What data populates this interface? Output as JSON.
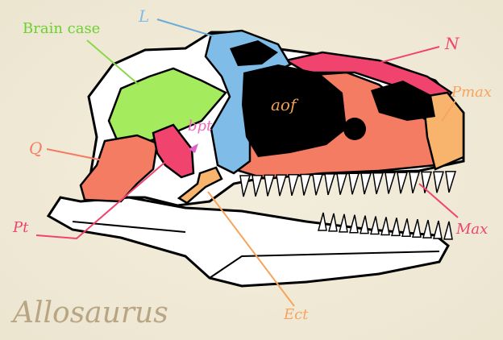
{
  "title": "Allosaurus",
  "labels": {
    "lacrimal": "L",
    "brain_case": "Brain case",
    "nasal": "N",
    "premaxilla": "Pmax",
    "antorbital_fenestra": "aof",
    "basipterygoid": "bpt",
    "quadrate": "Q",
    "pterygoid": "Pt",
    "maxilla": "Max",
    "ectopterygoid": "Ect"
  },
  "colors": {
    "lacrimal": "#7fbde8",
    "brain_case": "#a4ec5e",
    "nasal": "#f0446e",
    "premaxilla": "#f8b46c",
    "maxilla": "#f47c62",
    "quadrate": "#f47c62",
    "pterygoid": "#f0446e",
    "ectopterygoid": "#f8b46c",
    "title": "#b8a583"
  }
}
